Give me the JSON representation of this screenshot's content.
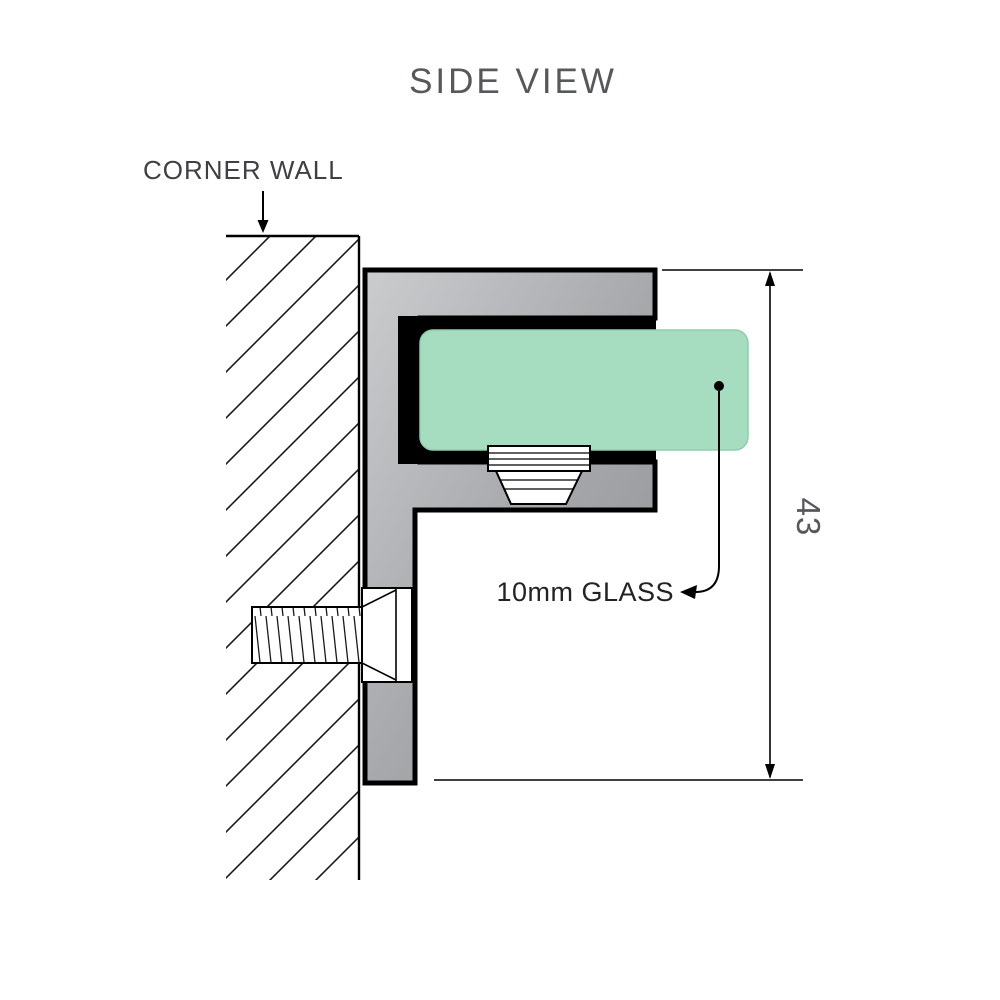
{
  "title": "SIDE VIEW",
  "labels": {
    "corner_wall": "CORNER WALL",
    "glass": "10mm GLASS",
    "dimension": "43"
  },
  "colors": {
    "glass": "#a6dcc0",
    "glass_edge": "#8fcdad",
    "metal_light": "#cbccce",
    "metal_mid": "#a7a9ac",
    "metal_dark": "#8e9093",
    "outline": "#000000",
    "title_text": "#57585b",
    "wall_label_text": "#404042",
    "glass_label_text": "#232323",
    "dim_text": "#57585b"
  }
}
